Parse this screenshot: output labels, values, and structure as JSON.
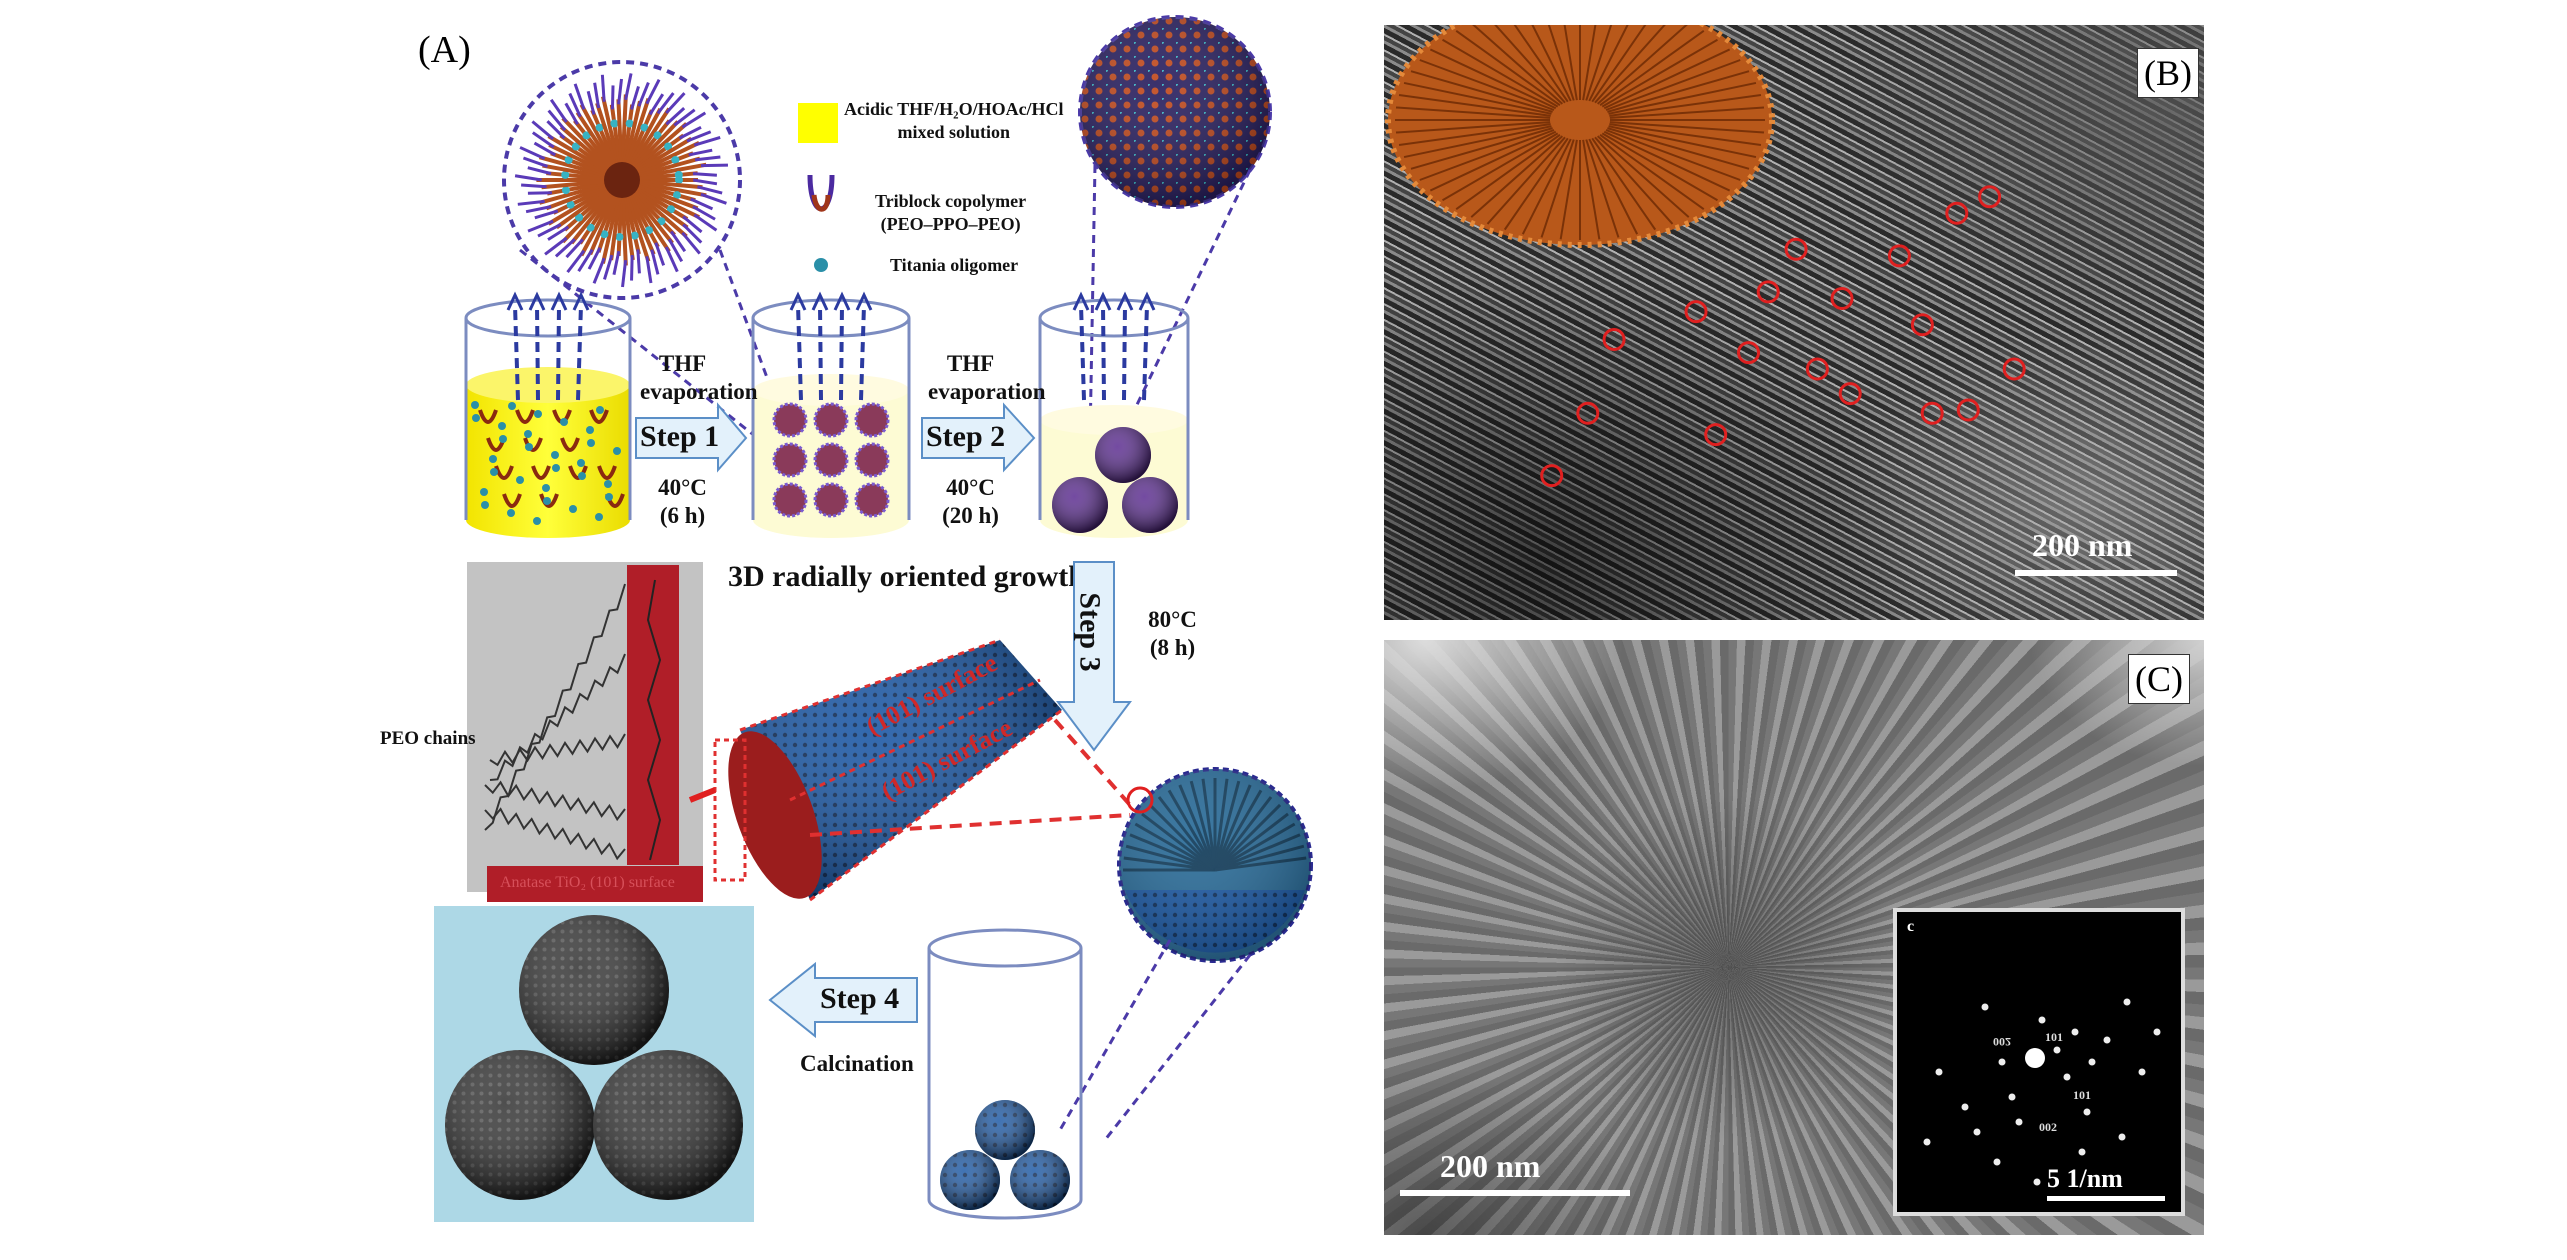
{
  "panel_a": {
    "label": "(A)",
    "legend": [
      {
        "text": "Acidic THF/H₂O/HOAc/HCl mixed solution",
        "line1": "Acidic THF/H₂O/HOAc/HCl",
        "line2": "mixed solution",
        "swatch": "#ffff00"
      },
      {
        "text": "Triblock copolymer (PEO–PPO–PEO)",
        "line1": "Triblock copolymer",
        "line2": "(PEO–PPO–PEO)"
      },
      {
        "text": "Titania oligomer",
        "line1": "Titania  oligomer",
        "line2": ""
      }
    ],
    "step1": {
      "label": "Step 1",
      "above1": "THF",
      "above2": "evaporation",
      "temp": "40°C",
      "time": "(6 h)"
    },
    "step2": {
      "label": "Step 2",
      "above1": "THF",
      "above2": "evaporation",
      "temp": "40°C",
      "time": "(20 h)"
    },
    "step3": {
      "label": "Step 3",
      "temp": "80°C",
      "time": "(8 h)"
    },
    "step4": {
      "label": "Step 4",
      "below": "Calcination"
    },
    "growth_title": "3D radially oriented growth",
    "peo_label": "PEO chains",
    "surface_label_1": "(101) surface",
    "surface_label_2": "(101) surface",
    "anatase_label": "Anatase TiO₂ (101) surface",
    "colors": {
      "solution": "#ffff00",
      "arrow_fill": "#e3f1fb",
      "arrow_stroke": "#5b8fc7",
      "titania_blue": "#2d6e9a",
      "bg_box": "#add8e6"
    }
  },
  "panel_b": {
    "label": "(B)",
    "scale_bar": "200 nm"
  },
  "panel_c": {
    "label": "(C)",
    "scale_bar": "200 nm",
    "inset": {
      "label": "c",
      "scale_bar": "5 1/nm",
      "spots": [
        "002",
        "101",
        "101",
        "002"
      ]
    }
  }
}
